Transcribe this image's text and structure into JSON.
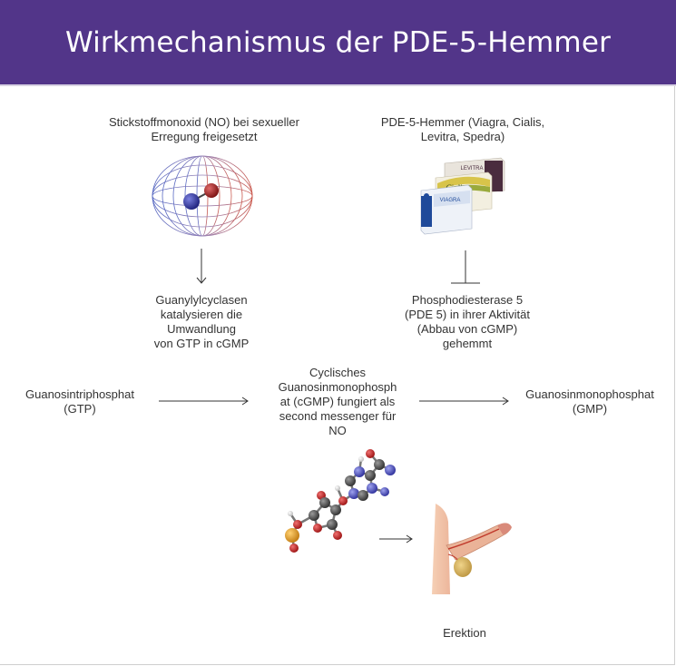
{
  "header": {
    "title": "Wirkmechanismus der PDE-5-Hemmer",
    "background": "#523589"
  },
  "diagram": {
    "no_label": "Stickstoffmonoxid (NO) bei sexueller\nErregung freigesetzt",
    "pde5_inhibitor_label": "PDE-5-Hemmer (Viagra, Cialis,\nLevitra, Spedra)",
    "guanylyl_label": "Guanylylcyclasen\nkatalysieren die\nUmwandlung\nvon GTP in cGMP",
    "pde5_enzyme_label": "Phosphodiesterase 5\n(PDE 5) in ihrer Aktivität\n(Abbau von cGMP)\ngehemmt",
    "gtp_label": "Guanosintriphosphat\n(GTP)",
    "cgmp_label": "Cyclisches\nGuanosinmonophosph\nat (cGMP) fungiert als\nsecond messenger für\nNO",
    "gmp_label": "Guanosinmonophosphat\n(GMP)",
    "erection_label": "Erektion",
    "box_labels": {
      "levitra": "LEVITRA",
      "cialis": "Cialis",
      "viagra": "VIAGRA"
    }
  },
  "colors": {
    "arrow": "#333333",
    "nitrogen_atom": "#2d2f9a",
    "oxygen_atom": "#b01e1e",
    "phosphorus_atom": "#e29a1e",
    "carbon_atom": "#555555"
  }
}
